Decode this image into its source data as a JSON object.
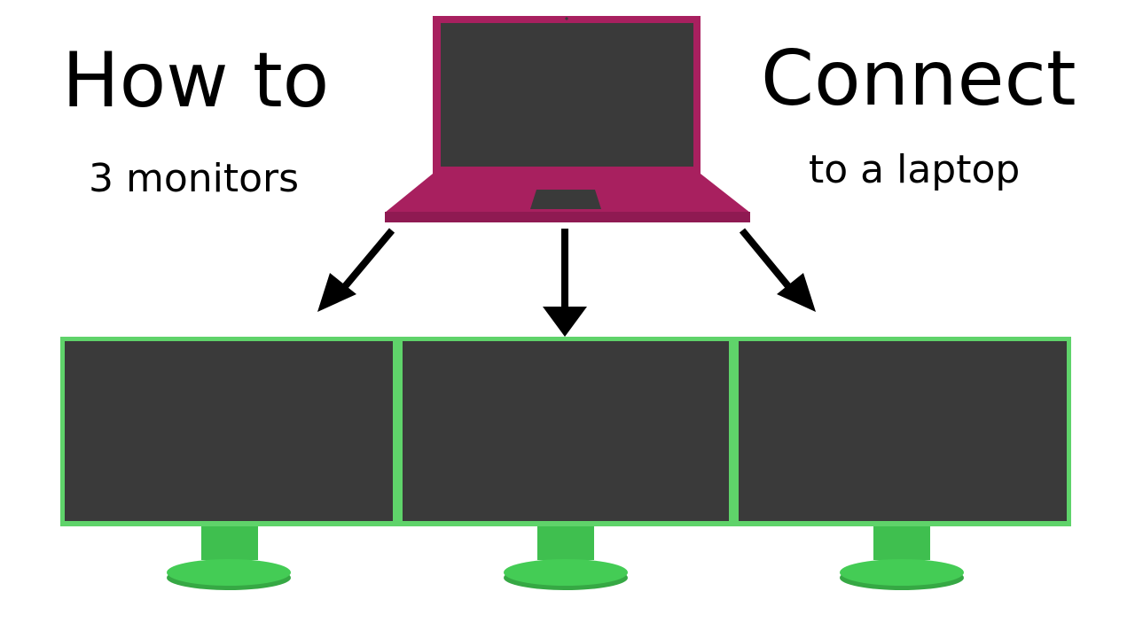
{
  "text": {
    "how_to": "How to",
    "three_monitors": "3 monitors",
    "connect": "Connect",
    "to_a_laptop": "to a laptop"
  },
  "colors": {
    "laptop_body": "#a8205f",
    "laptop_dark": "#7d1747",
    "screen": "#3a3a3a",
    "monitor_frame": "#5fd36a",
    "monitor_stand": "#3fbf4f",
    "monitor_base": "#44cc55",
    "arrow": "#000000",
    "background": "#ffffff"
  },
  "icons": [
    "laptop-icon",
    "monitor-icon",
    "arrow-icon"
  ]
}
